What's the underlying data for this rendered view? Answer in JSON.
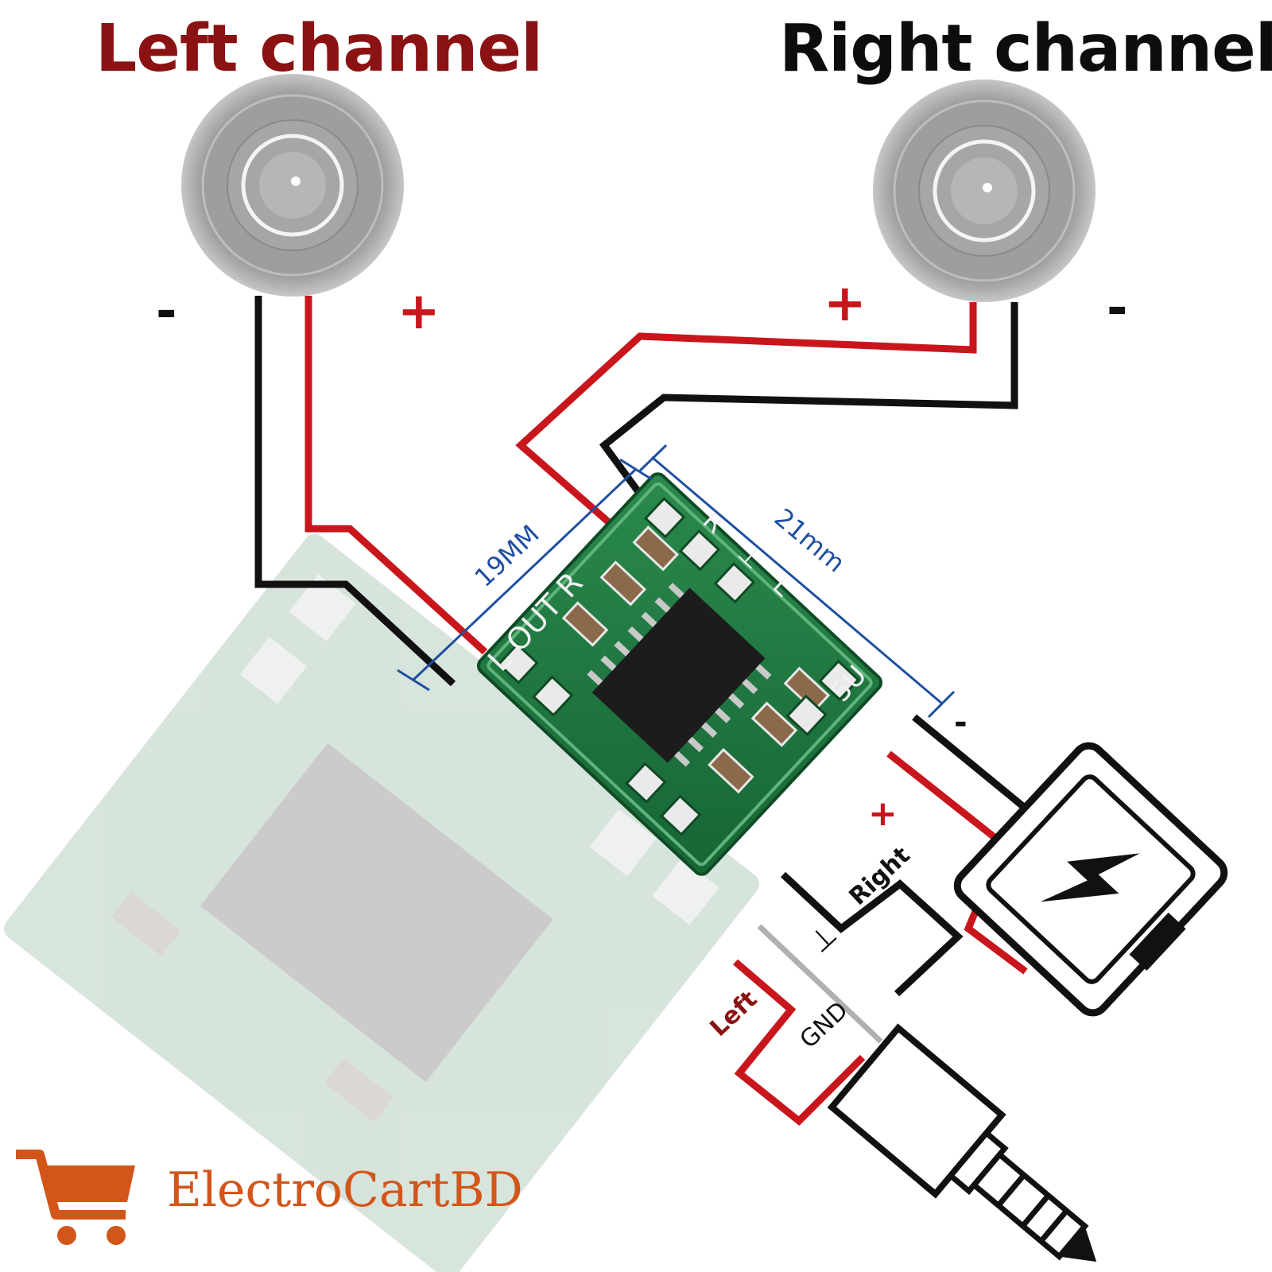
{
  "titles": {
    "left": "Left channel",
    "right": "Right channel"
  },
  "speaker_terminals": {
    "left_minus": "-",
    "left_plus": "+",
    "right_plus": "+",
    "right_minus": "-"
  },
  "dimensions": {
    "width": "19MM",
    "length": "21mm"
  },
  "board": {
    "output_label": "L OUT R",
    "supply_label": "5U",
    "input_labels": [
      "R",
      "⊥",
      "L"
    ]
  },
  "power": {
    "minus": "-",
    "plus": "+"
  },
  "jack_wires": {
    "right": "Right",
    "ground_symbol": "⊥",
    "gnd": "GND",
    "left": "Left"
  },
  "brand": {
    "name": "ElectroCartBD"
  },
  "colors": {
    "title_left": "#8b1212",
    "title_right": "#0d0d0d",
    "plus_wire": "#c8161c",
    "minus_wire": "#111111",
    "gnd_wire": "#b0b0b0",
    "dimension_line": "#1f4fa0",
    "pcb": "#1f7a3f",
    "brand": "#d2561a"
  },
  "icons": [
    "speaker-left-icon",
    "speaker-right-icon",
    "battery-icon",
    "lightning-icon",
    "audio-jack-icon",
    "shopping-cart-icon"
  ]
}
